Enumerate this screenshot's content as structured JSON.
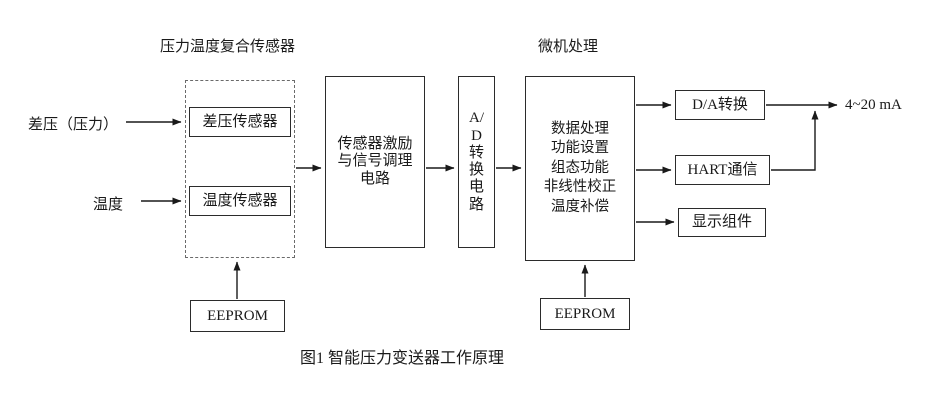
{
  "diagram": {
    "caption": "图1 智能压力变送器工作原理",
    "group_labels": {
      "sensor": "压力温度复合传感器",
      "mcu": "微机处理"
    },
    "inputs": {
      "pressure": "差压（压力）",
      "temperature": "温度"
    },
    "output_current": "4~20 mA",
    "blocks": {
      "dp_sensor": "差压传感器",
      "temp_sensor": "温度传感器",
      "signal_lines": [
        "传感器激励",
        "与信号调理",
        "电路"
      ],
      "ad_lines": [
        "A/",
        "D",
        "转",
        "换",
        "电",
        "路"
      ],
      "processing_lines": [
        "数据处理",
        "功能设置",
        "组态功能",
        "非线性校正",
        "温度补偿"
      ],
      "da": "D/A转换",
      "hart": "HART通信",
      "display": "显示组件",
      "eeprom_left": "EEPROM",
      "eeprom_right": "EEPROM"
    }
  }
}
